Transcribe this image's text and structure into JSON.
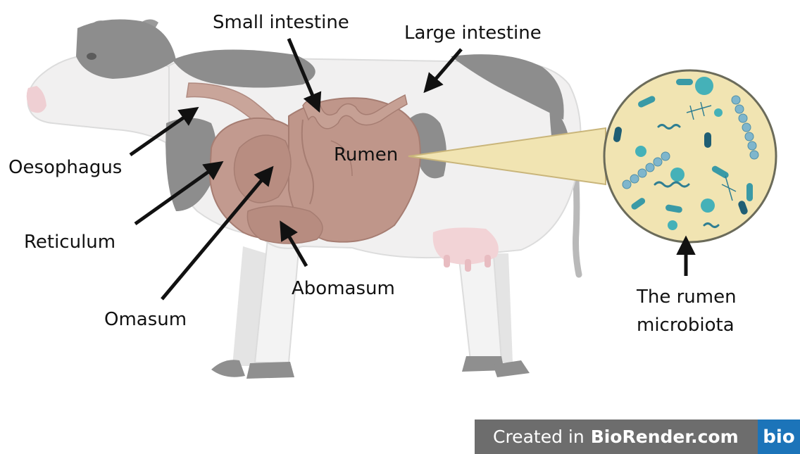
{
  "labels": {
    "small_intestine": "Small intestine",
    "large_intestine": "Large intestine",
    "oesophagus": "Oesophagus",
    "rumen": "Rumen",
    "reticulum": "Reticulum",
    "omasum": "Omasum",
    "abomasum": "Abomasum",
    "microbiota_line1": "The rumen",
    "microbiota_line2": "microbiota"
  },
  "watermark": {
    "prefix": "Created in",
    "brand": "BioRender.com",
    "logo": "bio"
  },
  "colors": {
    "cow_body": "#f1f0f0",
    "cow_patch": "#8d8d8d",
    "stomach": "#bf968a",
    "oesophagus": "#c9a59a",
    "udder": "#f2d3d6",
    "zoom_fill": "#f1e4b2",
    "microbe_teal": "#3a9aa6",
    "badge_grey": "#6d6d6d",
    "badge_blue": "#1c74b9"
  },
  "icons": [
    "cow-illustration",
    "microbe-magnifier-icon"
  ]
}
